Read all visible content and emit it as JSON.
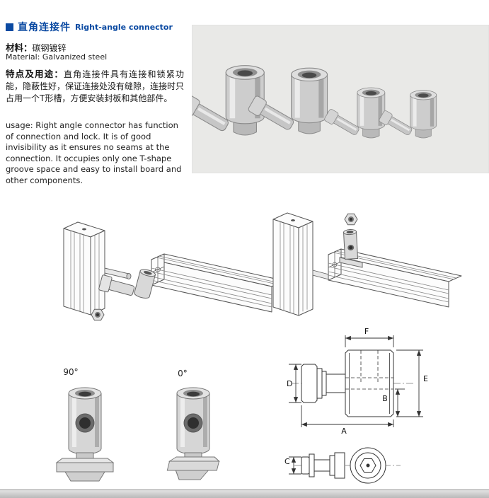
{
  "header": {
    "title_cn": "直角连接件",
    "title_en": "Right-angle connector"
  },
  "left_panel": {
    "material_label": "材料：",
    "material_value": "碳钢镀锌",
    "material_en": "Material: Galvanized steel",
    "features_label": "特点及用途：",
    "features_cn": "直角连接件具有连接和锁紧功能，隐蔽性好，保证连接处没有缝隙，连接时只占用一个T形槽，方便安装封板和其他部件。",
    "usage_en": "usage: Right angle connector has function of connection and lock. It is of good invisibility as it ensures no seams at the connection. It occupies only one T-shape groove space and easy to install board and other components."
  },
  "views": {
    "angle_left": "90°",
    "angle_right": "0°"
  },
  "dims": {
    "A": "A",
    "B": "B",
    "C": "C",
    "D": "D",
    "E": "E",
    "F": "F"
  },
  "colors": {
    "accent_blue": "#0b4aa2",
    "photo_bg": "#e9e9e7",
    "footer_gray": "#c9c9c9",
    "line": "#333333"
  }
}
